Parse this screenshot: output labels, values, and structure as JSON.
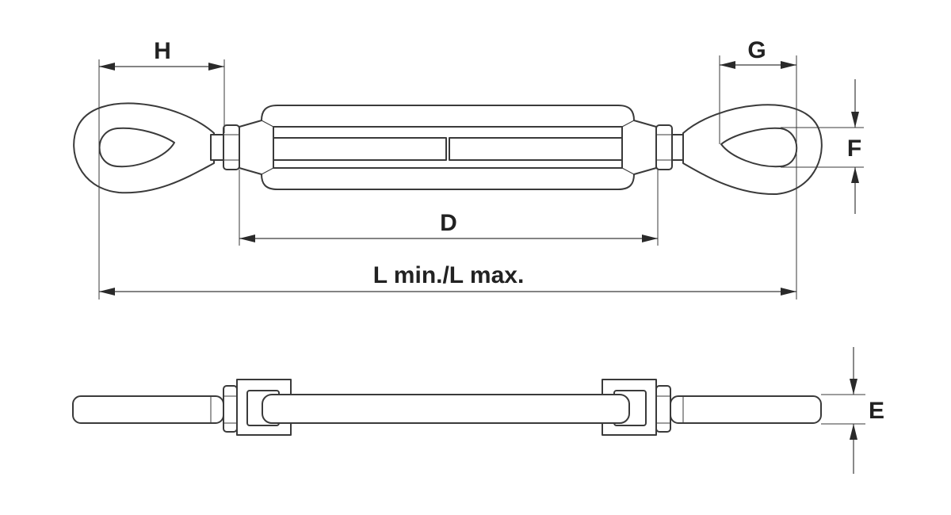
{
  "labels": {
    "h": "H",
    "g": "G",
    "f": "F",
    "d": "D",
    "l": "L min./L max.",
    "e": "E"
  },
  "colors": {
    "line": "#3a3a3a",
    "text": "#222222",
    "background": "#ffffff"
  }
}
